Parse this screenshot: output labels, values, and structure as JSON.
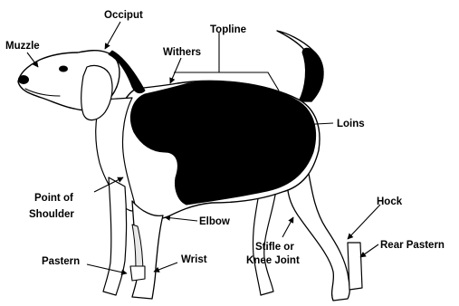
{
  "diagram": {
    "ink_color": "#000000",
    "paper_color": "#ffffff",
    "labels": {
      "occiput": "Occiput",
      "topline": "Topline",
      "muzzle": "Muzzle",
      "withers": "Withers",
      "loins": "Loins",
      "point_of_shoulder_1": "Point of",
      "point_of_shoulder_2": "Shoulder",
      "hock": "Hock",
      "elbow": "Elbow",
      "rear_pastern": "Rear Pastern",
      "wrist": "Wrist",
      "stifle_1": "Stifle or",
      "stifle_2": "Knee Joint",
      "pastern": "Pastern"
    }
  }
}
